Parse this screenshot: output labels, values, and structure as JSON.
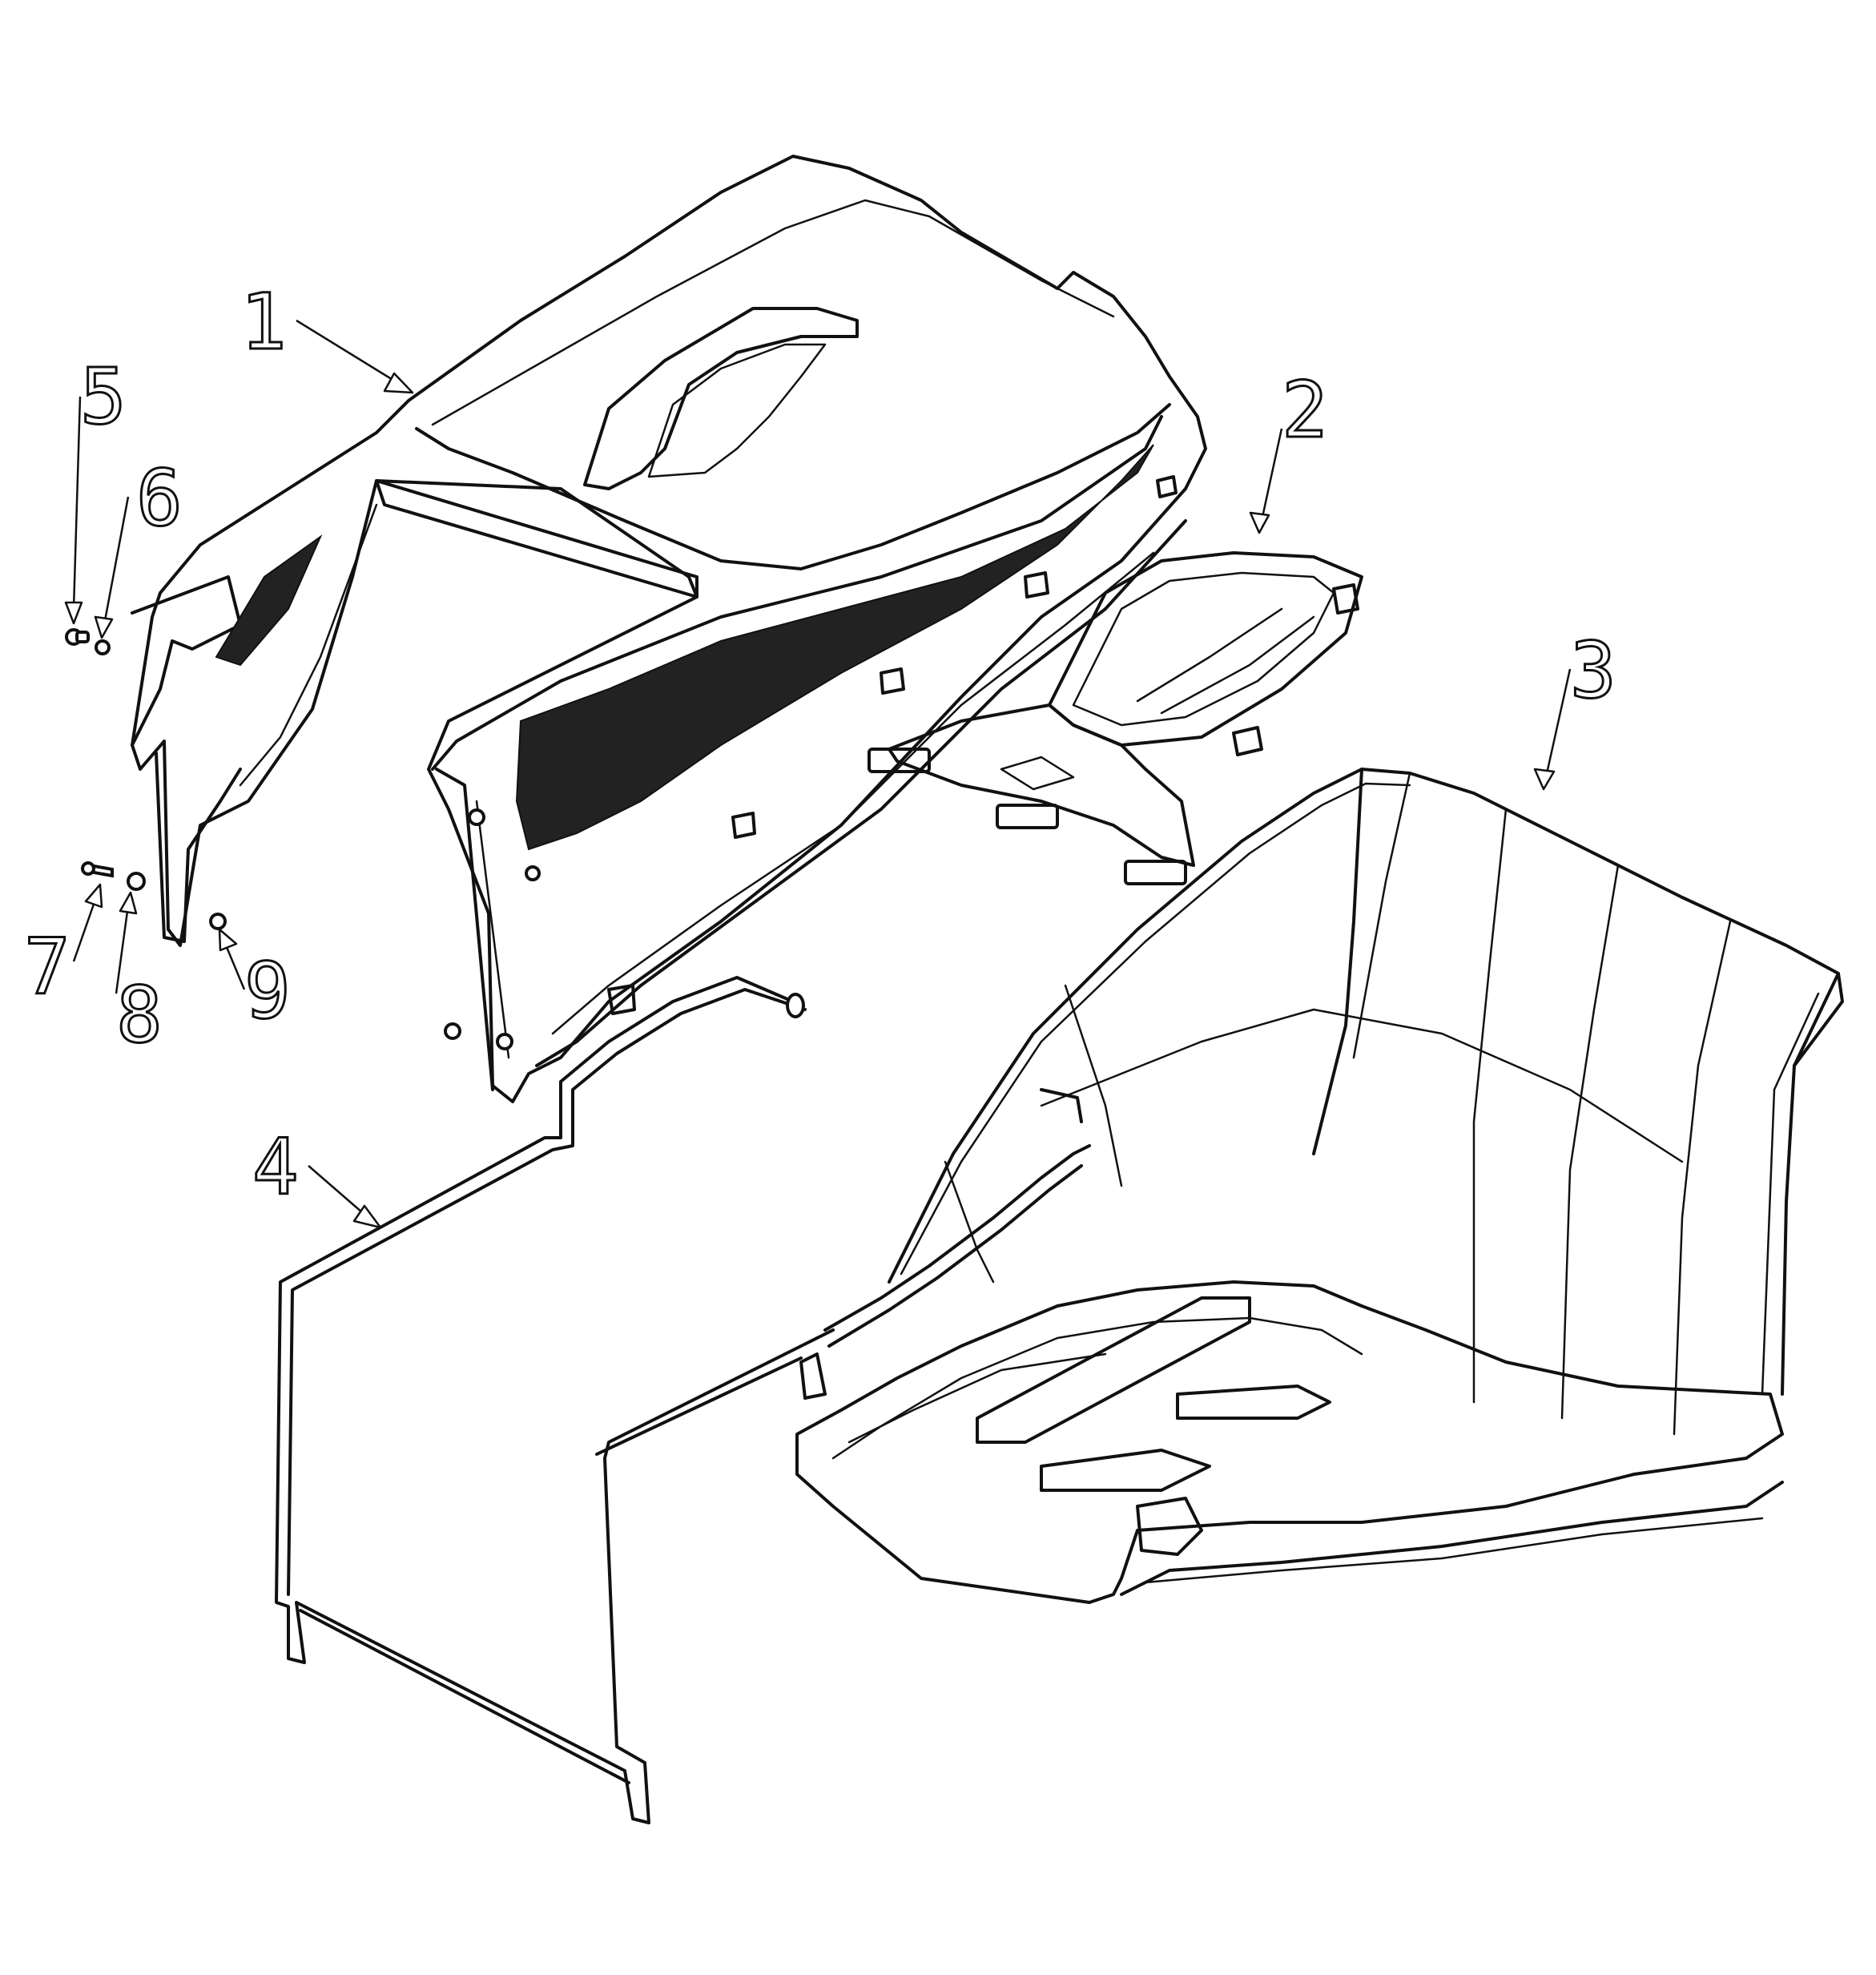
{
  "callouts": [
    {
      "label": "1"
    },
    {
      "label": "2"
    },
    {
      "label": "3"
    },
    {
      "label": "4"
    },
    {
      "label": "5"
    },
    {
      "label": "6"
    },
    {
      "label": "7"
    },
    {
      "label": "8"
    },
    {
      "label": "9"
    }
  ],
  "colors": {
    "line": "#111111",
    "background": "#ffffff"
  }
}
